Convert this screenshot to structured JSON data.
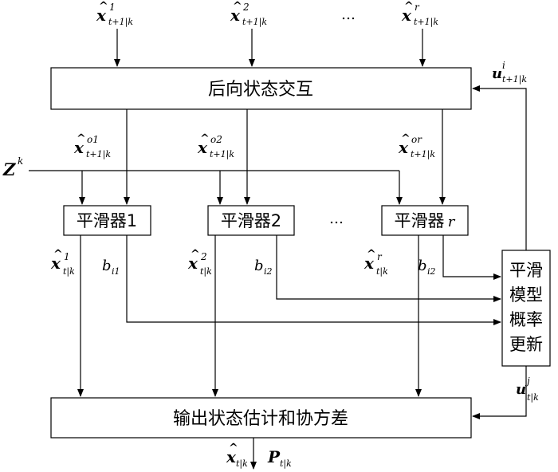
{
  "boxes": {
    "backward_interaction": "后向状态交互",
    "smoother_1": "平滑器1",
    "smoother_2": "平滑器2",
    "smoother_r_text": "平滑器",
    "smoother_r_var": "r",
    "model_prob_update": [
      "平滑",
      "模型",
      "概率",
      "更新"
    ],
    "output": "输出状态估计和协方差"
  },
  "inputs_top": [
    {
      "main": "x",
      "sup": "1",
      "sub": "t+1|k"
    },
    {
      "main": "x",
      "sup": "2",
      "sub": "t+1|k"
    },
    {
      "main": "x",
      "sup": "r",
      "sub": "t+1|k"
    }
  ],
  "ellipsis": "…",
  "mixed_states": [
    {
      "main": "x",
      "sup": "o1",
      "sub": "t+1|k"
    },
    {
      "main": "x",
      "sup": "o2",
      "sub": "t+1|k"
    },
    {
      "main": "x",
      "sup": "or",
      "sub": "t+1|k"
    }
  ],
  "measurement": {
    "main": "Z",
    "sup": "k"
  },
  "smoothed_states": [
    {
      "main": "x",
      "sup": "1",
      "sub": "t|k"
    },
    {
      "main": "x",
      "sup": "2",
      "sub": "t|k"
    },
    {
      "main": "x",
      "sup": "r",
      "sub": "t|k"
    }
  ],
  "likelihoods": [
    {
      "main": "b",
      "sub": "i1"
    },
    {
      "main": "b",
      "sub": "i2"
    },
    {
      "main": "b",
      "sub": "i2"
    }
  ],
  "u_top": {
    "main": "u",
    "sup": "i",
    "sub": "t+1|k"
  },
  "u_bottom": {
    "main": "u",
    "sup": "j",
    "sub": "t|k"
  },
  "outputs": [
    {
      "main": "x",
      "sub": "t|k"
    },
    {
      "main": "P",
      "sub": "t|k"
    }
  ]
}
